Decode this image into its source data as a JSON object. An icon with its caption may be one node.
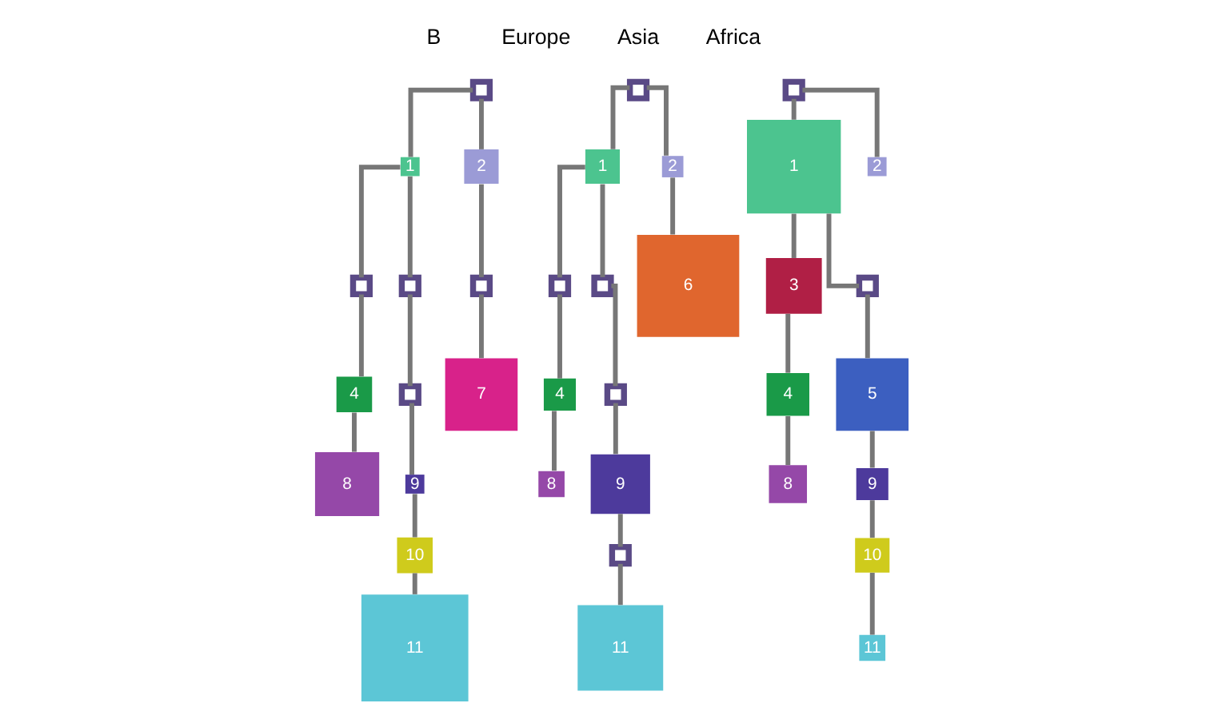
{
  "diagram": {
    "nodes": [
      {
        "text": [],
        "shape": "box"
      },
      {
        "text": [
          "1"
        ]
      },
      {
        "text": [
          "2"
        ]
      },
      {
        "text": [],
        "shape": "box"
      },
      {
        "text": [],
        "shape": "box"
      },
      {
        "text": [],
        "shape": "box"
      },
      {
        "text": [
          "4"
        ]
      },
      {
        "text": [],
        "shape": "box"
      },
      {
        "text": [
          "7"
        ]
      },
      {
        "text": [
          "8"
        ]
      },
      {
        "text": [
          "9"
        ]
      },
      {
        "text": [
          "10"
        ]
      },
      {
        "text": [
          "11"
        ]
      },
      {
        "text": [],
        "shape": "box"
      },
      {
        "text": [
          "1"
        ]
      },
      {
        "text": [
          "2"
        ]
      },
      {
        "text": [],
        "shape": "box"
      },
      {
        "text": [],
        "shape": "box"
      },
      {
        "text": [
          "6"
        ]
      },
      {
        "text": [
          "4"
        ]
      },
      {
        "text": [],
        "shape": "box"
      },
      {
        "text": [
          "8"
        ]
      },
      {
        "text": [
          "9"
        ]
      },
      {
        "text": [],
        "shape": "box"
      },
      {
        "text": [
          "11"
        ]
      },
      {
        "text": [],
        "shape": "box"
      },
      {
        "text": [
          "1"
        ]
      },
      {
        "text": [
          "2"
        ]
      },
      {
        "text": [
          "3"
        ]
      },
      {
        "text": [],
        "shape": "box"
      },
      {
        "text": [
          "4"
        ]
      },
      {
        "text": [
          "5"
        ]
      },
      {
        "text": [
          "8"
        ]
      },
      {
        "text": [
          "9"
        ]
      },
      {
        "text": [
          "10"
        ]
      },
      {
        "text": [
          "11"
        ]
      }
    ],
    "edges": [
      {
        "from": 0,
        "to": 1,
        "arrow": "none"
      },
      {
        "from": 0,
        "to": 2,
        "arrow": "none"
      },
      {
        "from": 1,
        "to": 3,
        "arrow": "none"
      },
      {
        "from": 1,
        "to": 4,
        "arrow": "none"
      },
      {
        "from": 2,
        "to": 5,
        "arrow": "none"
      },
      {
        "from": 3,
        "to": 6,
        "arrow": "none"
      },
      {
        "from": 4,
        "to": 7,
        "arrow": "none"
      },
      {
        "from": 5,
        "to": 8,
        "arrow": "none"
      },
      {
        "from": 6,
        "to": 9,
        "arrow": "none"
      },
      {
        "from": 7,
        "to": 10,
        "arrow": "none"
      },
      {
        "from": 10,
        "to": 11,
        "arrow": "none"
      },
      {
        "from": 11,
        "to": 12,
        "arrow": "none"
      },
      {
        "from": 13,
        "to": 14,
        "arrow": "none"
      },
      {
        "from": 13,
        "to": 15,
        "arrow": "none"
      },
      {
        "from": 14,
        "to": 16,
        "arrow": "none"
      },
      {
        "from": 14,
        "to": 17,
        "arrow": "none"
      },
      {
        "from": 15,
        "to": 18,
        "arrow": "none"
      },
      {
        "from": 16,
        "to": 19,
        "arrow": "none"
      },
      {
        "from": 17,
        "to": 20,
        "arrow": "none"
      },
      {
        "from": 19,
        "to": 21,
        "arrow": "none"
      },
      {
        "from": 20,
        "to": 22,
        "arrow": "none"
      },
      {
        "from": 22,
        "to": 23,
        "arrow": "none"
      },
      {
        "from": 23,
        "to": 24,
        "arrow": "none"
      },
      {
        "from": 25,
        "to": 26,
        "arrow": "none"
      },
      {
        "from": 25,
        "to": 27,
        "arrow": "none"
      },
      {
        "from": 26,
        "to": 28,
        "arrow": "none"
      },
      {
        "from": 26,
        "to": 29,
        "arrow": "none"
      },
      {
        "from": 28,
        "to": 30,
        "arrow": "none"
      },
      {
        "from": 29,
        "to": 31,
        "arrow": "none"
      },
      {
        "from": 30,
        "to": 32,
        "arrow": "none"
      },
      {
        "from": 31,
        "to": 33,
        "arrow": "none"
      },
      {
        "from": 33,
        "to": 34,
        "arrow": "none"
      },
      {
        "from": 34,
        "to": 35,
        "arrow": "none"
      }
    ],
    "labels": [
      "B",
      "Europe",
      "Asia",
      "Africa"
    ]
  }
}
